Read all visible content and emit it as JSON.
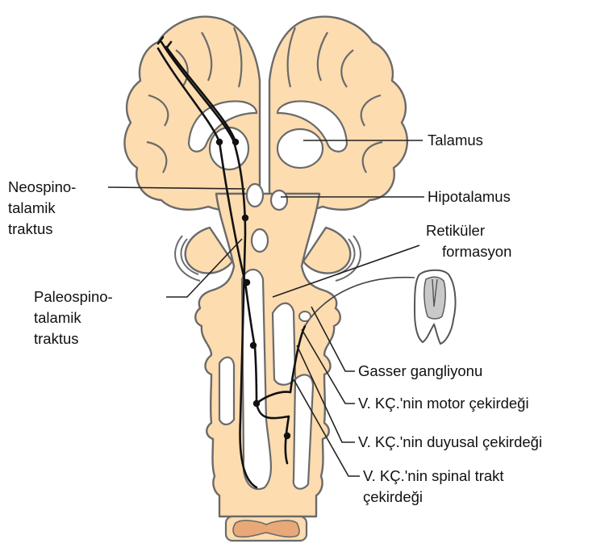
{
  "colors": {
    "tissue": "#fddcb0",
    "outline": "#6a6a6a",
    "pathway": "#111111",
    "spinal_cord_core": "#e8a878",
    "background": "#ffffff"
  },
  "labels": {
    "talamus": "Talamus",
    "neospino": [
      "Neospino-",
      "talamik",
      "traktus"
    ],
    "hipotalamus": "Hipotalamus",
    "retikuler": [
      "Retiküler",
      "formasyon"
    ],
    "paleospino": [
      "Paleospino-",
      "talamik",
      "traktus"
    ],
    "gasser": "Gasser gangliyonu",
    "motor": "V. KÇ.'nin motor çekirdeği",
    "duyusal": "V. KÇ.'nin duyusal çekirdeği",
    "spinal": [
      "V. KÇ.'nin spinal trakt",
      "çekirdeği"
    ]
  },
  "icons": {
    "tooth": "tooth-icon"
  }
}
